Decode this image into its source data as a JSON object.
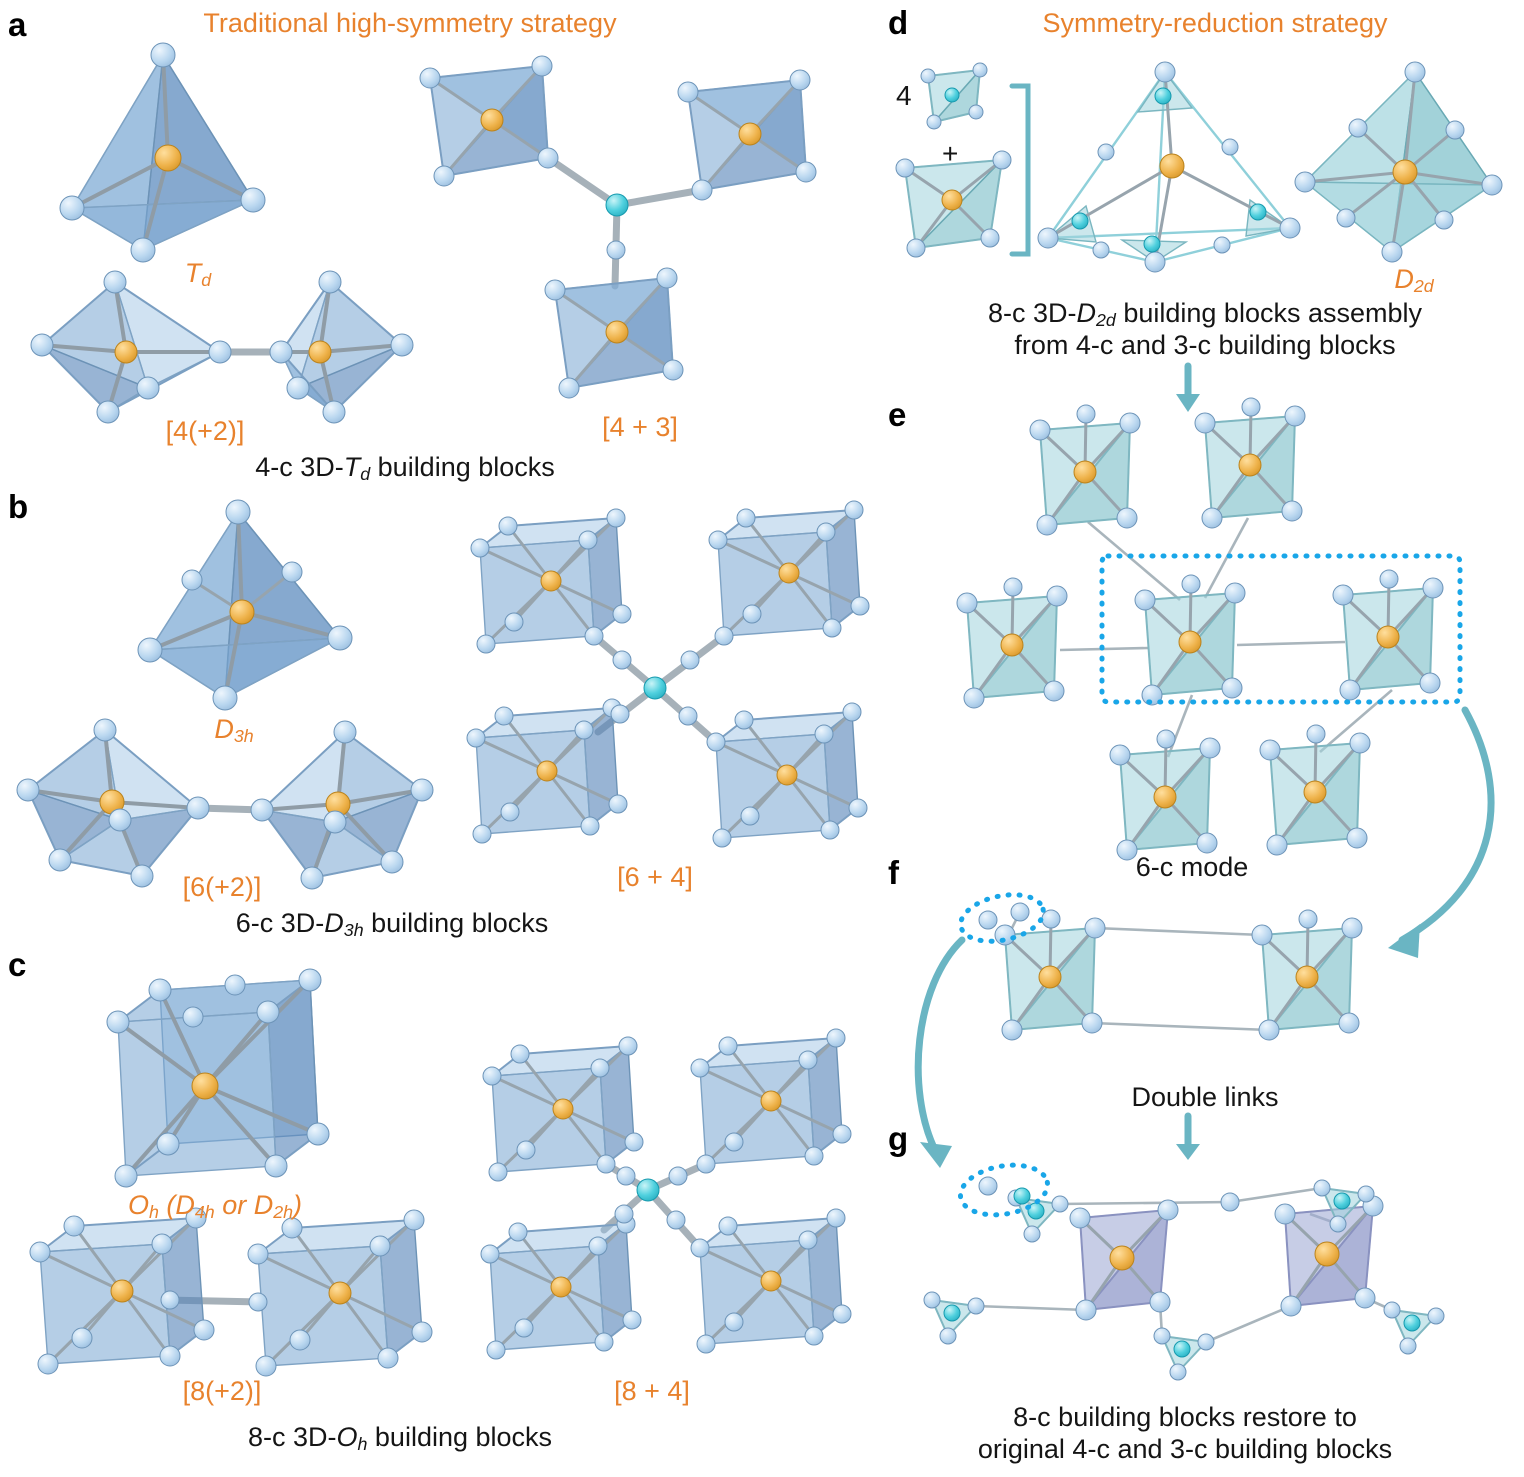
{
  "colors": {
    "accent_orange": "#E8822D",
    "arrow_teal": "#6AB5C3",
    "highlight_blue": "#19A6E8"
  },
  "a": {
    "letter": "a",
    "header": "Traditional high-symmetry strategy",
    "symmetry": [
      {
        "t": "T",
        "i": true
      },
      {
        "t": "d",
        "i": true,
        "sub": true
      }
    ],
    "formula_left": "[4(+2)]",
    "formula_right": "[4 + 3]",
    "caption": [
      {
        "t": "4-c 3D-"
      },
      {
        "t": "T",
        "i": true
      },
      {
        "t": "d",
        "i": true,
        "sub": true
      },
      {
        "t": " building blocks"
      }
    ]
  },
  "b": {
    "letter": "b",
    "symmetry": [
      {
        "t": "D",
        "i": true
      },
      {
        "t": "3h",
        "i": true,
        "sub": true
      }
    ],
    "formula_left": "[6(+2)]",
    "formula_right": "[6 + 4]",
    "caption": [
      {
        "t": "6-c 3D-"
      },
      {
        "t": "D",
        "i": true
      },
      {
        "t": "3h",
        "i": true,
        "sub": true
      },
      {
        "t": " building blocks"
      }
    ]
  },
  "c": {
    "letter": "c",
    "symmetry": [
      {
        "t": "O",
        "i": true
      },
      {
        "t": "h",
        "i": true,
        "sub": true
      },
      {
        "t": " (",
        "i": true
      },
      {
        "t": "D",
        "i": true
      },
      {
        "t": "4h",
        "i": true,
        "sub": true
      },
      {
        "t": " or ",
        "i": true
      },
      {
        "t": "D",
        "i": true
      },
      {
        "t": "2h",
        "i": true,
        "sub": true
      },
      {
        "t": ")",
        "i": true
      }
    ],
    "formula_left": "[8(+2)]",
    "formula_right": "[8 + 4]",
    "caption": [
      {
        "t": "8-c 3D-"
      },
      {
        "t": "O",
        "i": true
      },
      {
        "t": "h",
        "i": true,
        "sub": true
      },
      {
        "t": " building blocks"
      }
    ]
  },
  "d": {
    "letter": "d",
    "header": "Symmetry-reduction strategy",
    "count": "4",
    "plus": "+",
    "symmetry": [
      {
        "t": "D",
        "i": true
      },
      {
        "t": "2d",
        "i": true,
        "sub": true
      }
    ],
    "caption_line1": [
      {
        "t": "8-c 3D-"
      },
      {
        "t": "D",
        "i": true
      },
      {
        "t": "2d",
        "i": true,
        "sub": true
      },
      {
        "t": " building blocks assembly"
      }
    ],
    "caption_line2": "from 4-c and 3-c building blocks"
  },
  "e": {
    "letter": "e",
    "caption": "6-c mode"
  },
  "f": {
    "letter": "f",
    "label": "Double links"
  },
  "g": {
    "letter": "g",
    "caption_line1": "8-c building blocks restore to",
    "caption_line2": "original 4-c and 3-c building blocks"
  }
}
